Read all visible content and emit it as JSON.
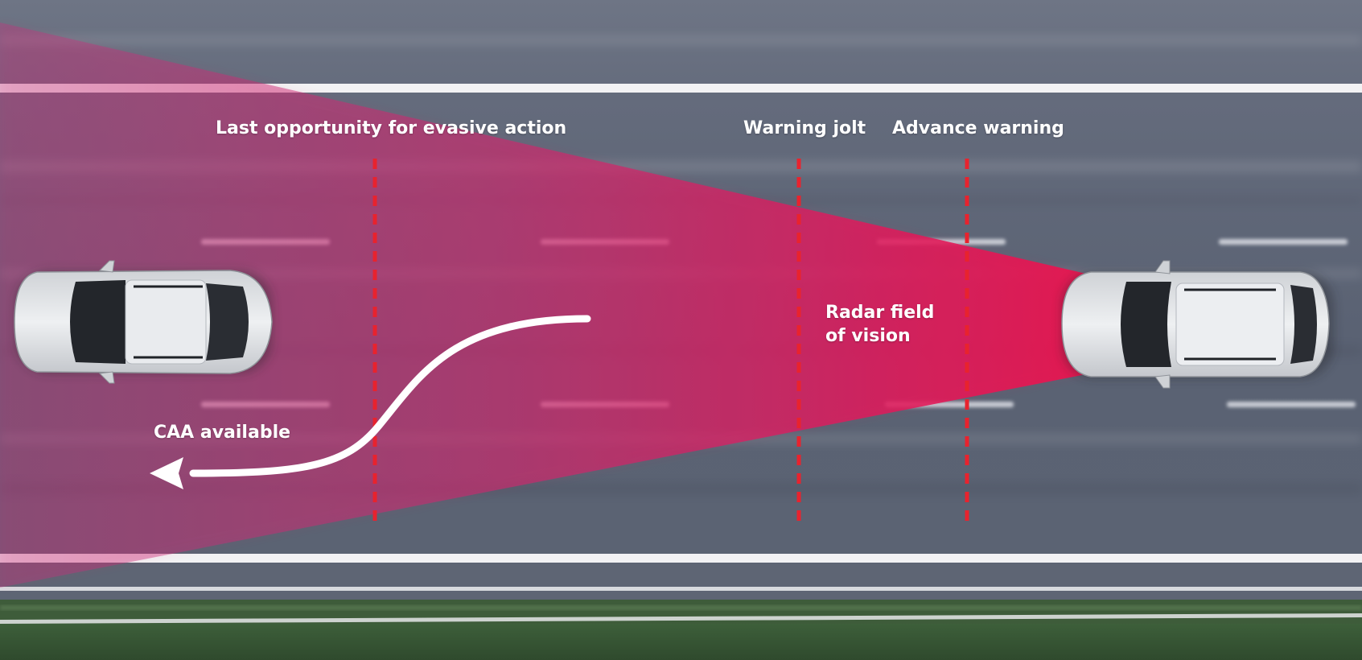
{
  "labels": {
    "last_opportunity": "Last opportunity for evasive action",
    "warning_jolt": "Warning jolt",
    "advance_warning": "Advance warning",
    "radar_line1": "Radar field",
    "radar_line2": "of vision",
    "caa_available": "CAA available"
  },
  "colors": {
    "road": "#5a6272",
    "radar": "#e0175a",
    "marker": "#e8232e",
    "lane_line": "#ffffff",
    "grass": "#3f6a3a"
  },
  "icons": {
    "front_car": "car-top-view-icon",
    "rear_car": "car-top-view-icon",
    "evasion_arrow": "curved-arrow-left-icon"
  }
}
